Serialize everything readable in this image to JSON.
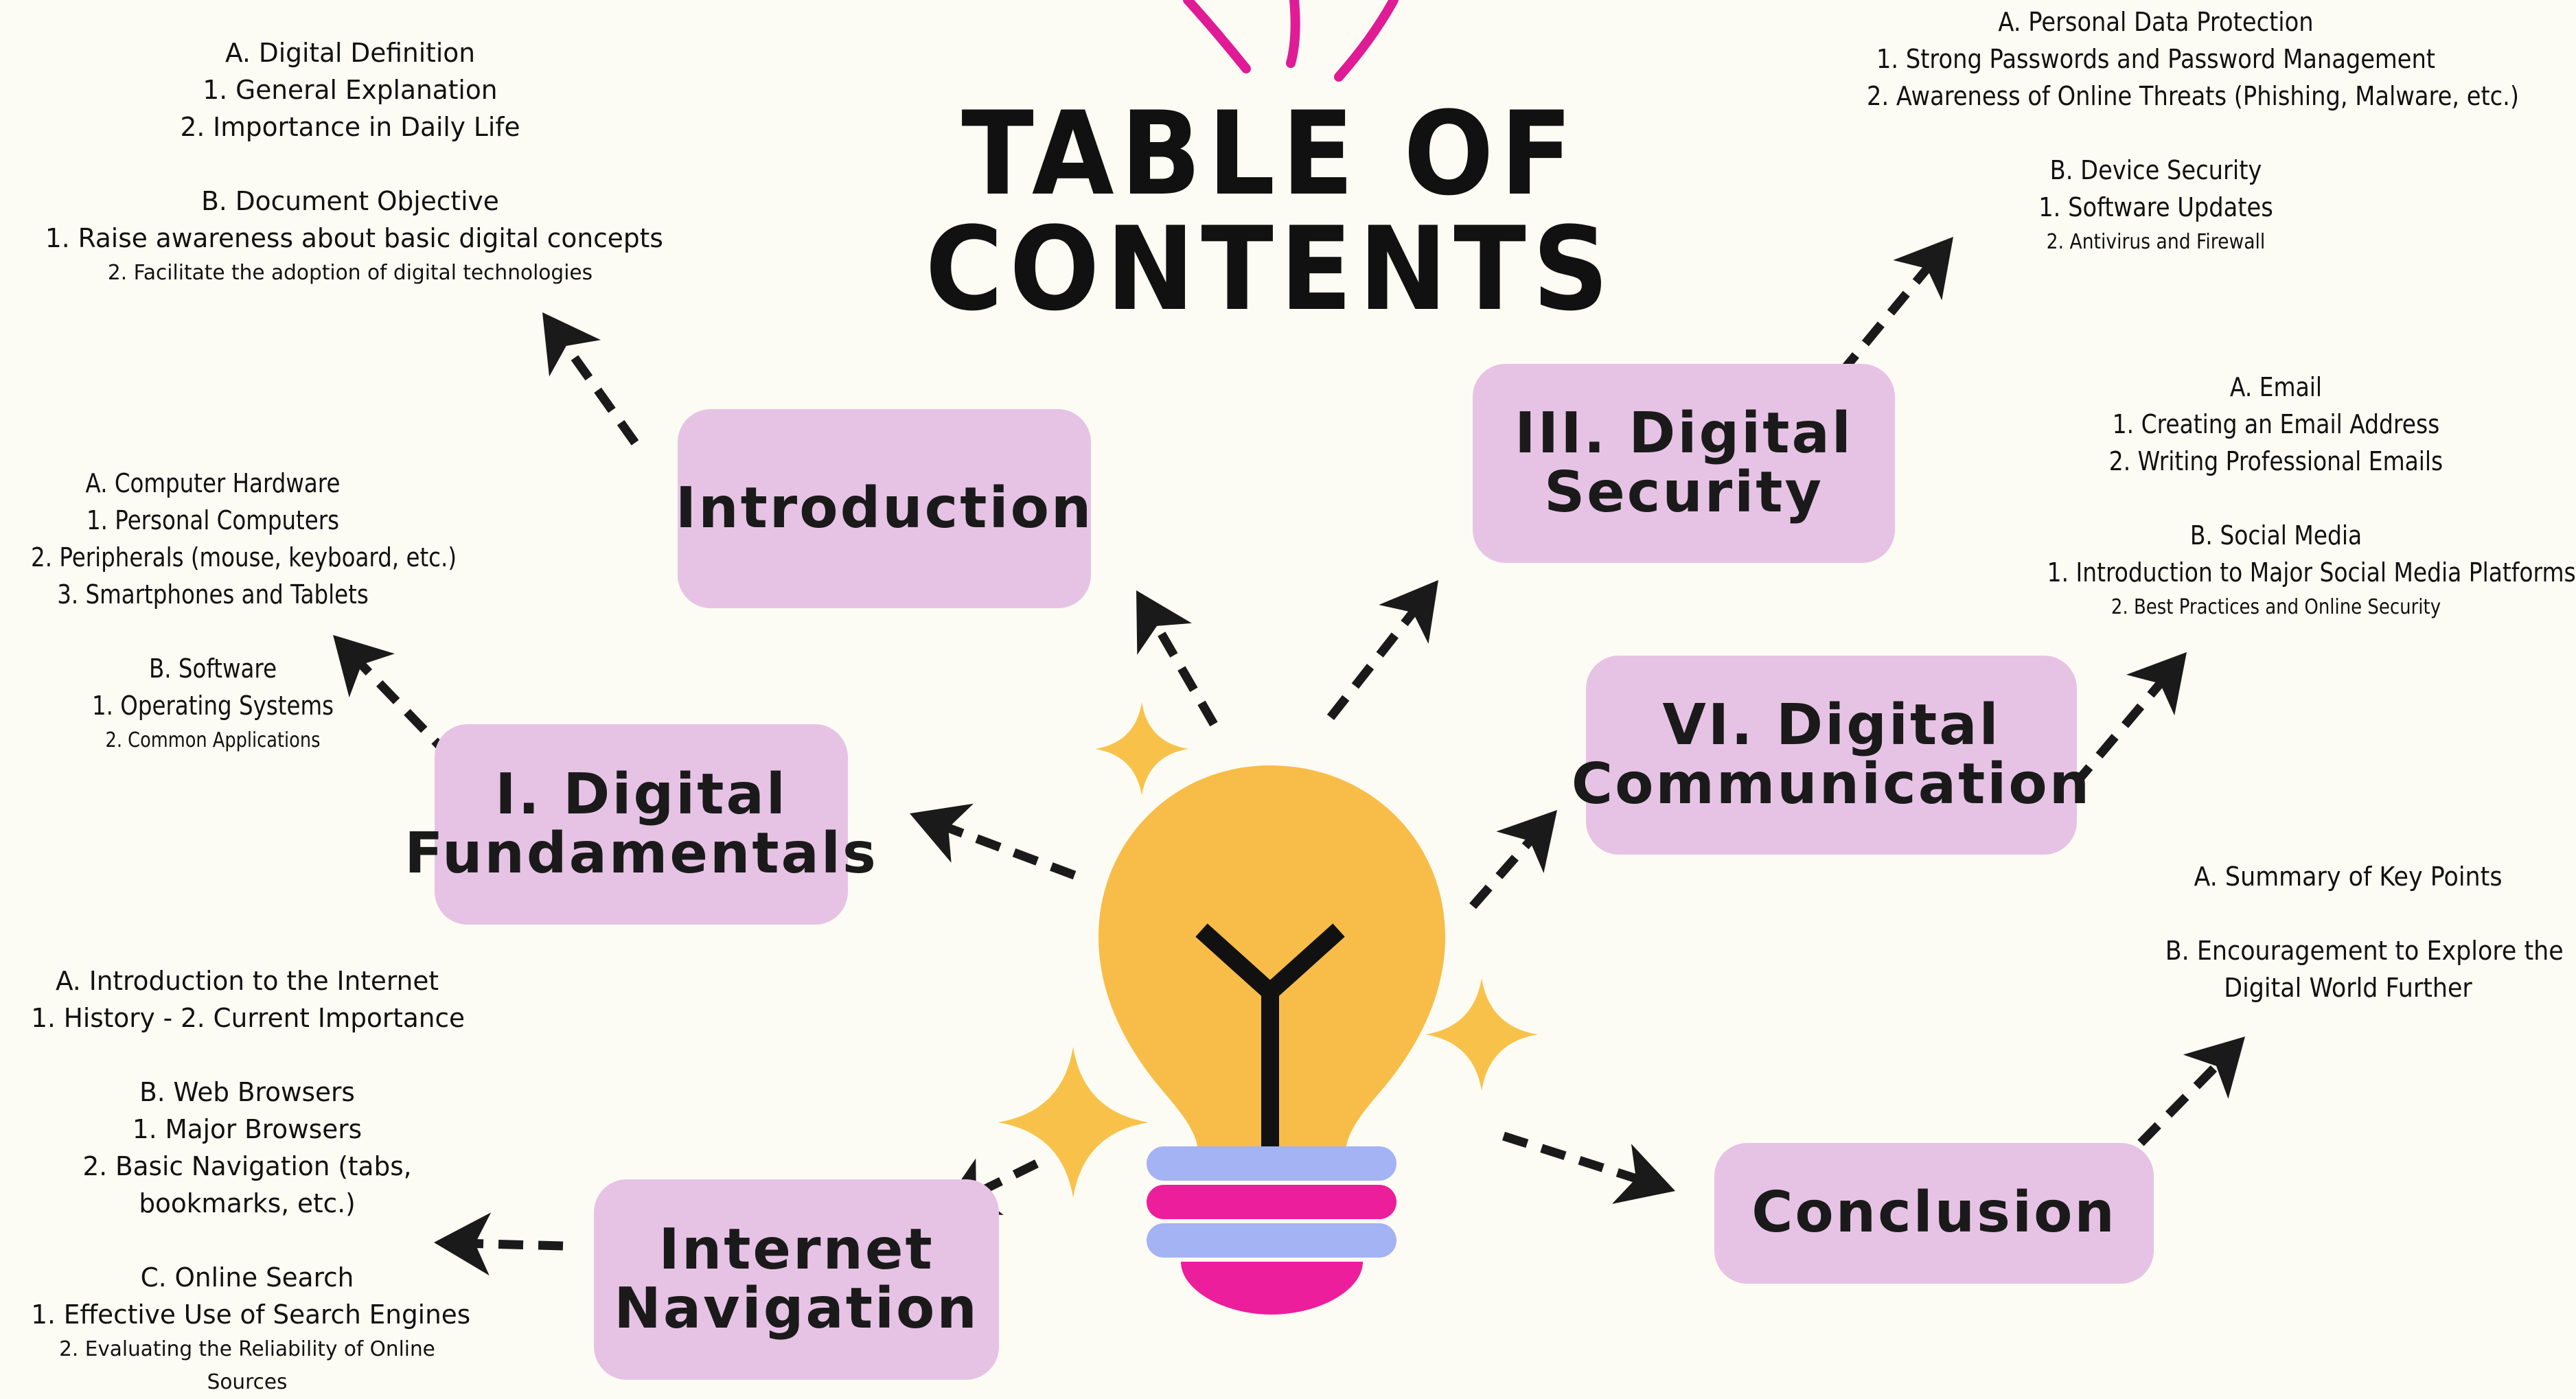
{
  "title": "TABLE OF CONTENTS",
  "colors": {
    "background": "#fdfcf4",
    "box": "#e6c3e4",
    "bulb": "#f8bd48",
    "base_blue": "#a3b3f4",
    "base_pink": "#ec1e9c",
    "sparkle": "#f8c24a",
    "rays": "#e01b96",
    "arrow": "#1a1a1a"
  },
  "icons": [
    "lightbulb-icon",
    "sparkle-icon",
    "dashed-arrow-icon"
  ],
  "sections": {
    "introduction": {
      "title_lines": [
        "Introduction"
      ],
      "notes": [
        [
          "A. Digital Definition",
          "1. General Explanation",
          "2. Importance in Daily Life"
        ],
        [
          "B. Document Objective",
          "1. Raise awareness about basic digital concepts",
          "2. Facilitate the adoption of digital technologies"
        ]
      ]
    },
    "fundamentals": {
      "title_lines": [
        "I. Digital",
        "Fundamentals"
      ],
      "notes": [
        [
          "A. Computer Hardware",
          "1. Personal Computers",
          "2. Peripherals (mouse, keyboard, etc.)",
          "3. Smartphones and Tablets"
        ],
        [
          "B. Software",
          "1. Operating Systems",
          "2. Common Applications"
        ]
      ]
    },
    "internet": {
      "title_lines": [
        "Internet",
        "Navigation"
      ],
      "notes": [
        [
          "A. Introduction to the Internet",
          "1. History - 2. Current Importance"
        ],
        [
          "B. Web Browsers",
          "1. Major Browsers",
          "2. Basic Navigation (tabs,",
          "bookmarks, etc.)"
        ],
        [
          "C. Online Search",
          "1. Effective Use of Search Engines",
          "2. Evaluating the Reliability of Online",
          "Sources"
        ]
      ]
    },
    "security": {
      "title_lines": [
        "III. Digital",
        "Security"
      ],
      "notes": [
        [
          "A. Personal Data Protection",
          "1. Strong Passwords and Password Management",
          "2. Awareness of Online Threats (Phishing, Malware, etc.)"
        ],
        [
          "B. Device Security",
          "1. Software Updates",
          "2. Antivirus and Firewall"
        ]
      ]
    },
    "communication": {
      "title_lines": [
        "VI. Digital",
        "Communication"
      ],
      "notes": [
        [
          "A. Email",
          "1. Creating an Email Address",
          "2. Writing Professional Emails"
        ],
        [
          "B. Social Media",
          "1. Introduction to Major Social Media Platforms",
          "2. Best Practices and Online Security"
        ]
      ]
    },
    "conclusion": {
      "title_lines": [
        "Conclusion"
      ],
      "notes": [
        [
          "A. Summary of Key Points"
        ],
        [
          "B. Encouragement to Explore the",
          "Digital World Further"
        ]
      ]
    }
  }
}
